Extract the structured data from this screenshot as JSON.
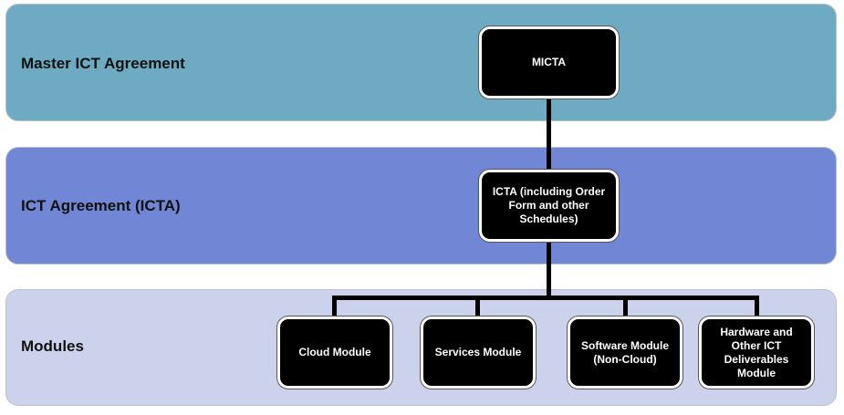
{
  "bands": [
    {
      "label": "Master ICT Agreement"
    },
    {
      "label": "ICT Agreement (ICTA)"
    },
    {
      "label": "Modules"
    }
  ],
  "nodes": {
    "micta": "MICTA",
    "icta": "ICTA (including Order Form and other Schedules)",
    "modules": [
      "Cloud Module",
      "Services Module",
      "Software Module (Non-Cloud)",
      "Hardware and Other ICT Deliverables Module"
    ]
  }
}
